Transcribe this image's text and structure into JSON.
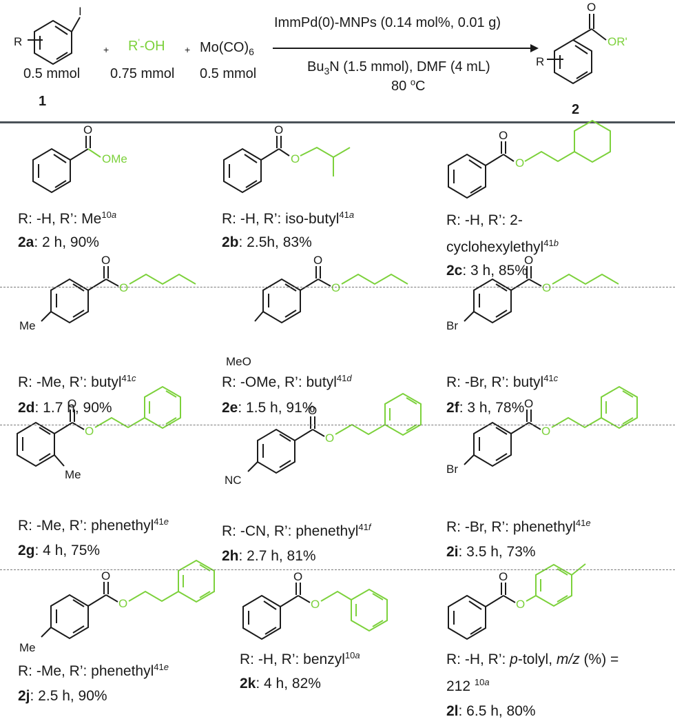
{
  "scheme": {
    "reagent1": {
      "label": "1",
      "amount": "0.5 mmol",
      "substituent": "R",
      "atom": "I"
    },
    "reagent2": {
      "formula_prefix": "R",
      "formula_prime": "'",
      "formula_suffix": "-OH",
      "amount": "0.75 mmol"
    },
    "reagent3": {
      "formula": "Mo(CO)6",
      "formula_main": "Mo(CO)",
      "formula_sub": "6",
      "amount": "0.5 mmol"
    },
    "plus": "+",
    "conditions_top": "ImmPd(0)-MNPs  (0.14 mol%, 0.01 g)",
    "conditions_bottom_a": "Bu",
    "conditions_bottom_sub": "3",
    "conditions_bottom_b": "N (1.5 mmol), DMF (4 mL)",
    "temperature_num": "80 ",
    "temperature_sup": "o",
    "temperature_unit": "C",
    "product": {
      "label": "2",
      "substituent": "R",
      "carbonyl_o": "O",
      "ester": "OR'"
    }
  },
  "colors": {
    "alcohol_fragment": "#7cd13b",
    "text": "#1a1a1a",
    "rule": "#4a5258"
  },
  "entries": [
    {
      "id": "2a",
      "line1_a": "R: -H, R’: Me",
      "ref": "10",
      "ref_letter": "a",
      "time_yield": ": 2 h, 90%",
      "atoms": {
        "o": "O",
        "ester": "OMe"
      }
    },
    {
      "id": "2b",
      "line1_a": "R: -H, R’: iso-butyl",
      "ref": "41",
      "ref_letter": "a",
      "time_yield": ": 2.5h, 83%",
      "atoms": {
        "o": "O",
        "ester": "O"
      }
    },
    {
      "id": "2c",
      "line1_a": "R: -H, R’: 2-",
      "line2_a": "cyclohexylethyl",
      "ref": "41",
      "ref_letter": "b",
      "time_yield": ": 3 h, 85%",
      "atoms": {
        "o": "O",
        "ester": "O"
      }
    },
    {
      "id": "2d",
      "line1_a": "R: -Me, R’: butyl",
      "ref": "41",
      "ref_letter": "c",
      "time_yield": ": 1.7 h, 90%",
      "atoms": {
        "o": "O",
        "ester": "O",
        "sub": "Me"
      }
    },
    {
      "id": "2e",
      "line1_a": "R: -OMe, R’: butyl",
      "ref": "41",
      "ref_letter": "d",
      "time_yield": ": 1.5 h, 91%",
      "atoms": {
        "o": "O",
        "ester": "O",
        "sub": "MeO"
      }
    },
    {
      "id": "2f",
      "line1_a": "R: -Br, R’: butyl",
      "ref": "41",
      "ref_letter": "c",
      "time_yield": ": 3 h, 78%",
      "atoms": {
        "o": "O",
        "ester": "O",
        "sub": "Br"
      }
    },
    {
      "id": "2g",
      "line1_a": "R: -Me, R’: phenethyl",
      "ref": "41",
      "ref_letter": "e",
      "time_yield": ": 4 h, 75%",
      "atoms": {
        "o": "O",
        "ester": "O",
        "sub": "Me"
      }
    },
    {
      "id": "2h",
      "line1_a": "R: -CN, R’: phenethyl",
      "ref": "41",
      "ref_letter": "f",
      "time_yield": ": 2.7 h, 81%",
      "atoms": {
        "o": "O",
        "ester": "O",
        "sub": "NC"
      }
    },
    {
      "id": "2i",
      "line1_a": "R: -Br, R’: phenethyl",
      "ref": "41",
      "ref_letter": "e",
      "time_yield": ": 3.5 h, 73%",
      "atoms": {
        "o": "O",
        "ester": "O",
        "sub": "Br"
      }
    },
    {
      "id": "2j",
      "line1_a": "R: -Me, R’: phenethyl",
      "ref": "41",
      "ref_letter": "e",
      "time_yield": ": 2.5 h, 90%",
      "atoms": {
        "o": "O",
        "ester": "O",
        "sub": "Me"
      }
    },
    {
      "id": "2k",
      "line1_a": "R: -H, R’: benzyl",
      "ref": "10",
      "ref_letter": "a",
      "time_yield": ": 4 h, 82%",
      "atoms": {
        "o": "O",
        "ester": "O"
      }
    },
    {
      "id": "2l",
      "line1_a": "R: -H, R’: ",
      "line1_b": "p",
      "line1_c": "-tolyl, ",
      "line1_d": "m/z",
      "line1_e": " (%) =",
      "line2_a": "212 ",
      "ref": "10",
      "ref_letter": "a",
      "time_yield": ": 6.5 h, 80%",
      "atoms": {
        "o": "O",
        "ester": "O"
      }
    }
  ]
}
